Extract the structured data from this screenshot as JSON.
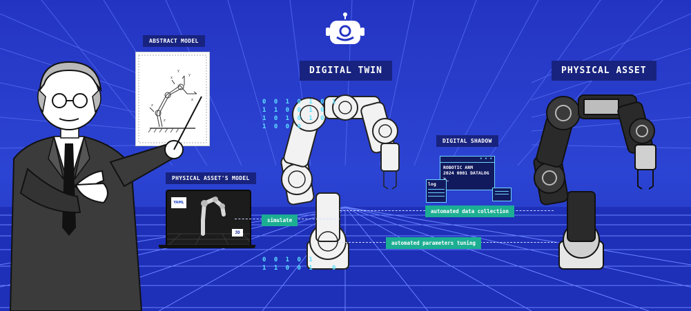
{
  "labels": {
    "abstract_model": "ABSTRACT MODEL",
    "digital_twin": "DIGITAL TWIN",
    "physical_asset": "PHYSICAL ASSET",
    "digital_shadow": "DIGITAL SHADOW",
    "physical_assets_model": "PHYSICAL ASSET'S MODEL"
  },
  "flows": {
    "simulate": "simulate",
    "automated_data_collection": "automated data collection",
    "automated_parameters_tuning": "automated parameters tuning"
  },
  "binary": {
    "top": [
      "0 0 1 0 1 0 1",
      "1 1 0 0 1 0",
      "1 0 1 0 1 0",
      "1 0 0 0"
    ],
    "bottom": [
      "0 0 1 0 1",
      "1 1 0 0 1   0"
    ]
  },
  "terminal": {
    "line1": "ROBOTIC ARM",
    "line2": "2024 0001 DATALOG",
    "prompt": ">_"
  },
  "log_window": {
    "title": "log"
  },
  "laptop": {
    "yaml_tag": "YAML",
    "badge": "3D"
  },
  "icons": [
    "robot-head-icon",
    "document-icon"
  ],
  "colors": {
    "background": "#2a3fc9",
    "label_bg": "#18237f",
    "pill": "#1cae93",
    "binary_text": "#5de0ff"
  }
}
